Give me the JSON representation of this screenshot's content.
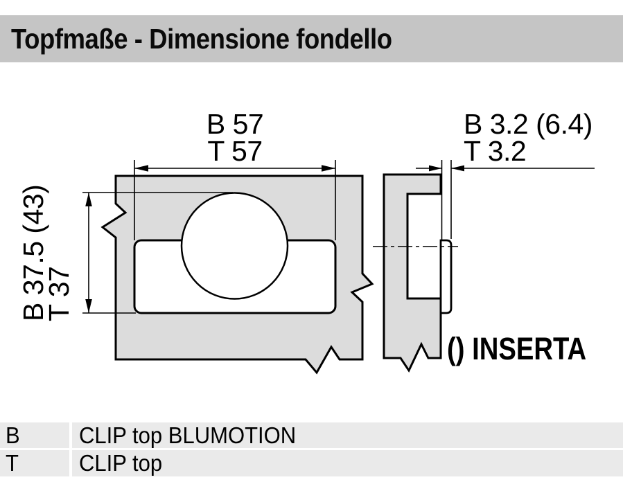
{
  "header": {
    "title": "Topfmaße - Dimensione fondello"
  },
  "diagram": {
    "dim_cup_pattern_width": {
      "line1": "B 57",
      "line2": "T 57"
    },
    "dim_cup_pattern_height": {
      "line1": "B 37.5 (43)",
      "line2": "T 37"
    },
    "dim_cup_protrusion": {
      "line1": "B 3.2 (6.4)",
      "line2": "T 3.2"
    },
    "inserta_note": "() INSERTA"
  },
  "legend": {
    "rows": [
      {
        "key": "B",
        "value": "CLIP top BLUMOTION"
      },
      {
        "key": "T",
        "value": "CLIP top"
      }
    ]
  },
  "colors": {
    "header_bg": "#c5c5c5",
    "panel_fill": "#dcdcdc",
    "legend_bg": "#eaeaea",
    "line": "#000000"
  }
}
